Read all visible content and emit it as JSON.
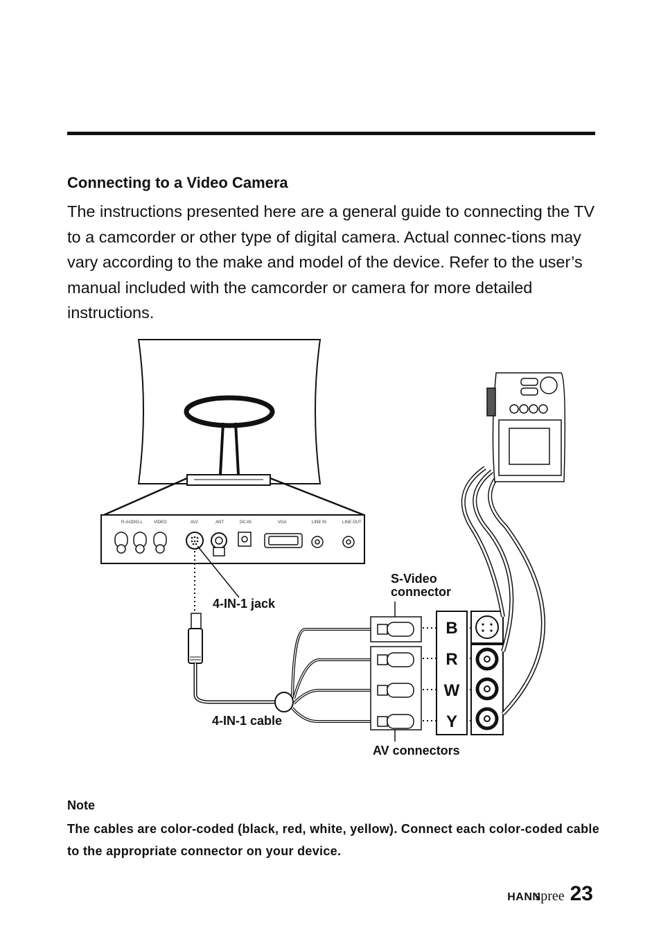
{
  "section_title": "Connecting to a Video Camera",
  "intro_text": "The instructions presented here are a general guide to connecting the TV to a camcorder or other type of digital camera. Actual connec-tions may vary according to the make and model of the device. Refer to the user’s manual included with the camcorder or camera for more detailed instructions.",
  "diagram": {
    "port_labels": [
      "R-AUDIO-L",
      "VIDEO",
      "AV2",
      "ANT",
      "DC-IN",
      "VGA",
      "LINE IN",
      "LINE OUT"
    ],
    "jack_label": "4-IN-1 jack",
    "cable_label": "4-IN-1 cable",
    "svideo_label_1": "S-Video",
    "svideo_label_2": "connector",
    "av_label": "AV connectors",
    "color_letters": [
      "B",
      "R",
      "W",
      "Y"
    ]
  },
  "note": {
    "label": "Note",
    "text": "The cables are color-coded (black, red, white, yellow). Connect each color-coded cable to the appropriate connector on your device."
  },
  "footer": {
    "brand_bold": "HANN",
    "brand_light": "spree",
    "page_number": "23"
  }
}
